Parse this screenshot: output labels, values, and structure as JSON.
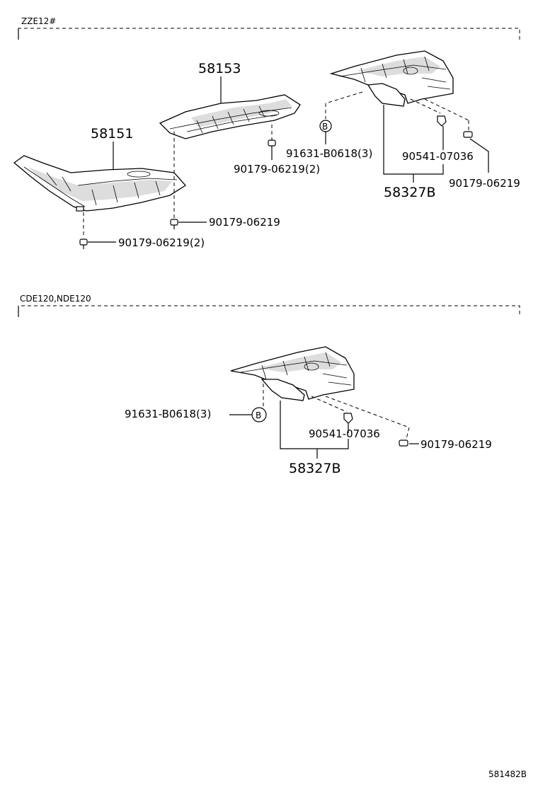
{
  "sections": [
    {
      "variant": "ZZE12#"
    },
    {
      "variant": "CDE120,NDE120"
    }
  ],
  "parts": {
    "p58153": "58153",
    "p58151": "58151",
    "p58327b_a": "58327B",
    "p58327b_b": "58327B"
  },
  "callouts": {
    "a_90179_b": "90179-06219(2)",
    "a_91631": "91631-B0618(3)",
    "a_90541": "90541-07036",
    "a_90179_c": "90179-06219",
    "a_90179_d": "90179-06219",
    "a_90179_e": "90179-06219(2)",
    "b_91631": "91631-B0618(3)",
    "b_90541": "90541-07036",
    "b_90179": "90179-06219"
  },
  "markers": {
    "b1": "B",
    "b2": "B"
  },
  "footer": {
    "code": "581482B"
  }
}
